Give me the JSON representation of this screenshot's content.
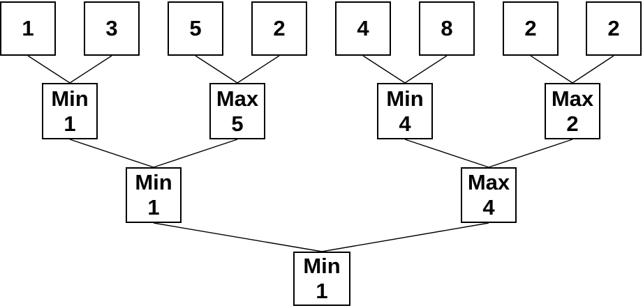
{
  "tree": {
    "leaves": [
      "1",
      "3",
      "5",
      "2",
      "4",
      "8",
      "2",
      "2"
    ],
    "internal": [
      {
        "op": "Min",
        "value": "1"
      },
      {
        "op": "Max",
        "value": "5"
      },
      {
        "op": "Min",
        "value": "4"
      },
      {
        "op": "Max",
        "value": "2"
      },
      {
        "op": "Min",
        "value": "1"
      },
      {
        "op": "Max",
        "value": "4"
      }
    ],
    "root": {
      "op": "Min",
      "value": "1"
    },
    "edges": [
      {
        "from": "leaf-1",
        "to": "min-1-left"
      },
      {
        "from": "leaf-3",
        "to": "min-1-left"
      },
      {
        "from": "leaf-5",
        "to": "max-5"
      },
      {
        "from": "leaf-2a",
        "to": "max-5"
      },
      {
        "from": "leaf-4",
        "to": "min-4"
      },
      {
        "from": "leaf-8",
        "to": "min-4"
      },
      {
        "from": "leaf-2b",
        "to": "max-2"
      },
      {
        "from": "leaf-2c",
        "to": "max-2"
      },
      {
        "from": "min-1-left",
        "to": "min-1-mid"
      },
      {
        "from": "max-5",
        "to": "min-1-mid"
      },
      {
        "from": "min-4",
        "to": "max-4"
      },
      {
        "from": "max-2",
        "to": "max-4"
      },
      {
        "from": "min-1-mid",
        "to": "min-1-root"
      },
      {
        "from": "max-4",
        "to": "min-1-root"
      }
    ],
    "colors": {
      "background": "#ffffff",
      "border": "#000000",
      "line": "#000000",
      "text": "#000000"
    }
  }
}
